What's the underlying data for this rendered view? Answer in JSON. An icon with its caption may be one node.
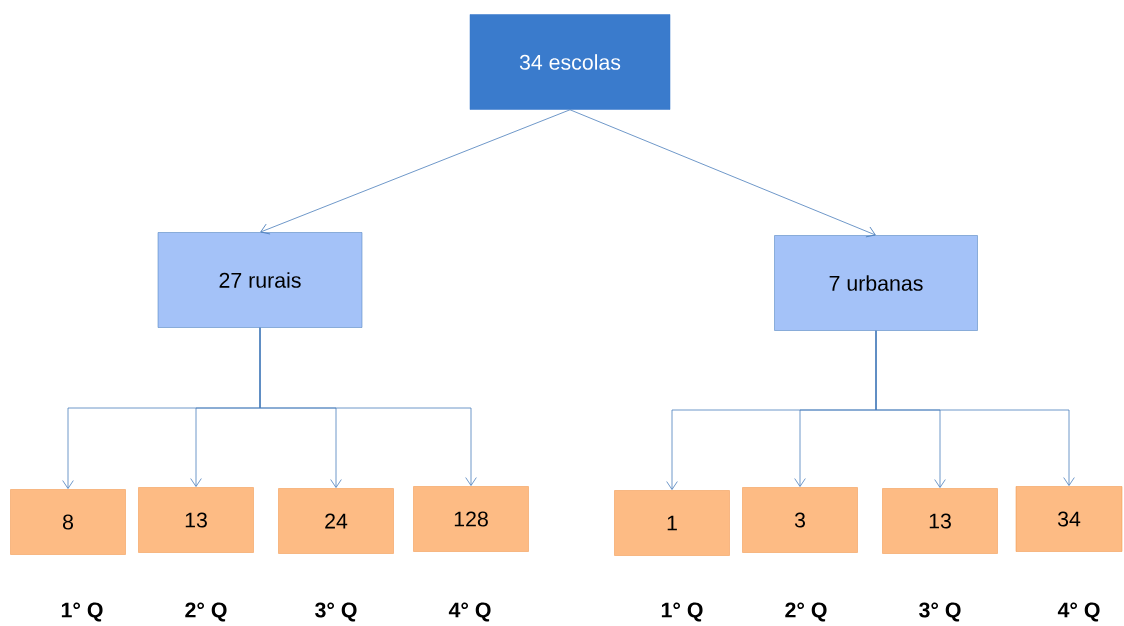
{
  "diagram": {
    "nodes": [
      {
        "text": [
          "34 escolas"
        ]
      },
      {
        "text": [
          "27 rurais"
        ]
      },
      {
        "text": [
          "7 urbanas"
        ]
      },
      {
        "text": [
          "8"
        ]
      },
      {
        "text": [
          "13"
        ]
      },
      {
        "text": [
          "24"
        ]
      },
      {
        "text": [
          "128"
        ]
      },
      {
        "text": [
          "1"
        ]
      },
      {
        "text": [
          "3"
        ]
      },
      {
        "text": [
          "13"
        ]
      },
      {
        "text": [
          "34"
        ]
      }
    ],
    "edges": [
      {
        "from": 0,
        "to": 1,
        "arrow": "to"
      },
      {
        "from": 0,
        "to": 2,
        "arrow": "to"
      },
      {
        "from": 1,
        "to": 3,
        "arrow": "to"
      },
      {
        "from": 1,
        "to": 4,
        "arrow": "to"
      },
      {
        "from": 1,
        "to": 5,
        "arrow": "to"
      },
      {
        "from": 1,
        "to": 6,
        "arrow": "to"
      },
      {
        "from": 2,
        "to": 7,
        "arrow": "to"
      },
      {
        "from": 2,
        "to": 8,
        "arrow": "to"
      },
      {
        "from": 2,
        "to": 9,
        "arrow": "to"
      },
      {
        "from": 2,
        "to": 10,
        "arrow": "to"
      }
    ],
    "labels": [
      "1° Q",
      "2° Q",
      "3° Q",
      "4° Q",
      "1° Q",
      "2° Q",
      "3° Q",
      "4° Q"
    ]
  }
}
